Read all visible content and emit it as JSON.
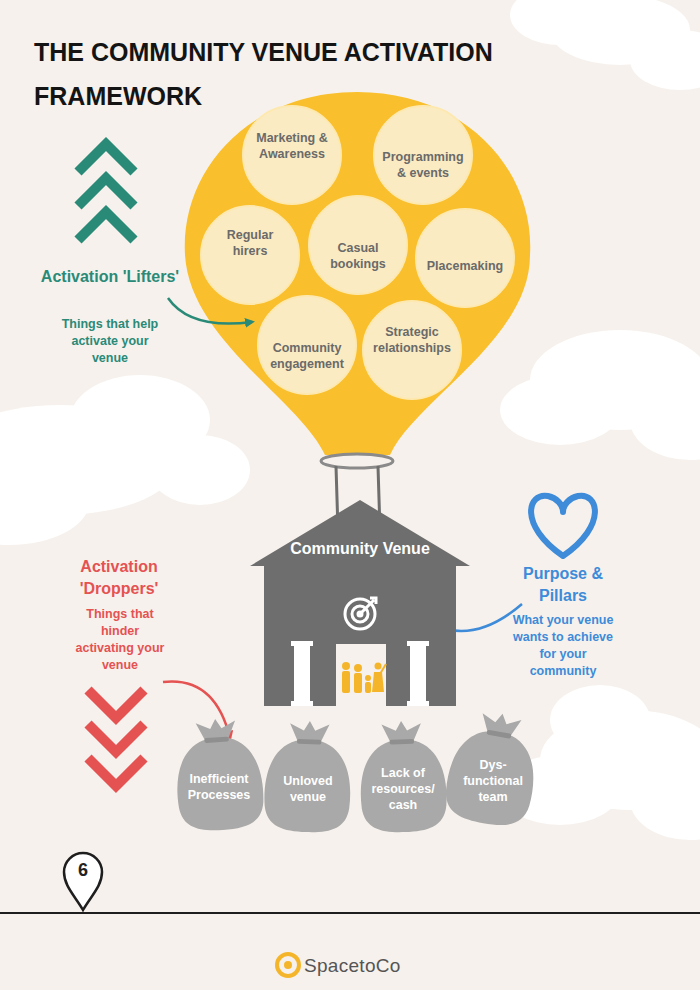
{
  "diagram": {
    "title": "THE COMMUNITY VENUE ACTIVATION FRAMEWORK",
    "nodes": [
      {
        "text": [
          "Marketing & Awareness"
        ]
      },
      {
        "text": [
          "Programming & events"
        ]
      },
      {
        "text": [
          "Regular hirers"
        ]
      },
      {
        "text": [
          "Casual bookings"
        ]
      },
      {
        "text": [
          "Placemaking"
        ]
      },
      {
        "text": [
          "Community engagement"
        ]
      },
      {
        "text": [
          "Strategic relationships"
        ]
      },
      {
        "text": [
          "Community Venue"
        ]
      },
      {
        "text": [
          "Inefficient Processes"
        ]
      },
      {
        "text": [
          "Unloved venue"
        ]
      },
      {
        "text": [
          "Lack of resources/ cash"
        ]
      },
      {
        "text": [
          "Dys- functional team"
        ]
      },
      {
        "text": [
          "6"
        ]
      }
    ],
    "labels": [
      "Activation 'Lifters'",
      "Things that help activate your venue",
      "Activation 'Droppers'",
      "Things that hinder activating your venue",
      "Purpose & Pillars",
      "What your venue wants to achieve for your community",
      "SpacetoCo"
    ]
  }
}
